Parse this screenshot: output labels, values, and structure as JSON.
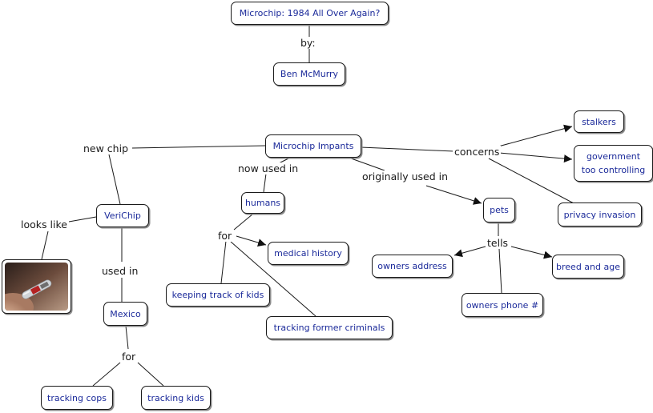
{
  "concepts": {
    "title": "Microchip: 1984 All Over Again?",
    "author": "Ben McMurry",
    "main": "Microchip Impants",
    "verichip": "VeriChip",
    "mexico": "Mexico",
    "tracking_cops": "tracking cops",
    "tracking_kids": "tracking kids",
    "humans": "humans",
    "medical_history": "medical history",
    "keeping_track_of_kids": "keeping track of kids",
    "tracking_former_criminals": "tracking former criminals",
    "pets": "pets",
    "owners_address": "owners address",
    "owners_phone": "owners phone #",
    "breed_and_age": "breed and age",
    "stalkers": "stalkers",
    "government_too_controlling": "government too controlling",
    "privacy_invasion": "privacy invasion"
  },
  "links": {
    "by": "by:",
    "new_chip": "new chip",
    "looks_like": "looks like",
    "used_in": "used in",
    "for_mexico": "for",
    "now_used_in": "now used in",
    "for_humans": "for",
    "originally_used_in": "originally used in",
    "tells": "tells",
    "concerns": "concerns"
  },
  "images": {
    "verichip_photo": "microchip-photo"
  },
  "colors": {
    "concept_text": "#1b2a9a",
    "line": "#1a1a1a"
  }
}
